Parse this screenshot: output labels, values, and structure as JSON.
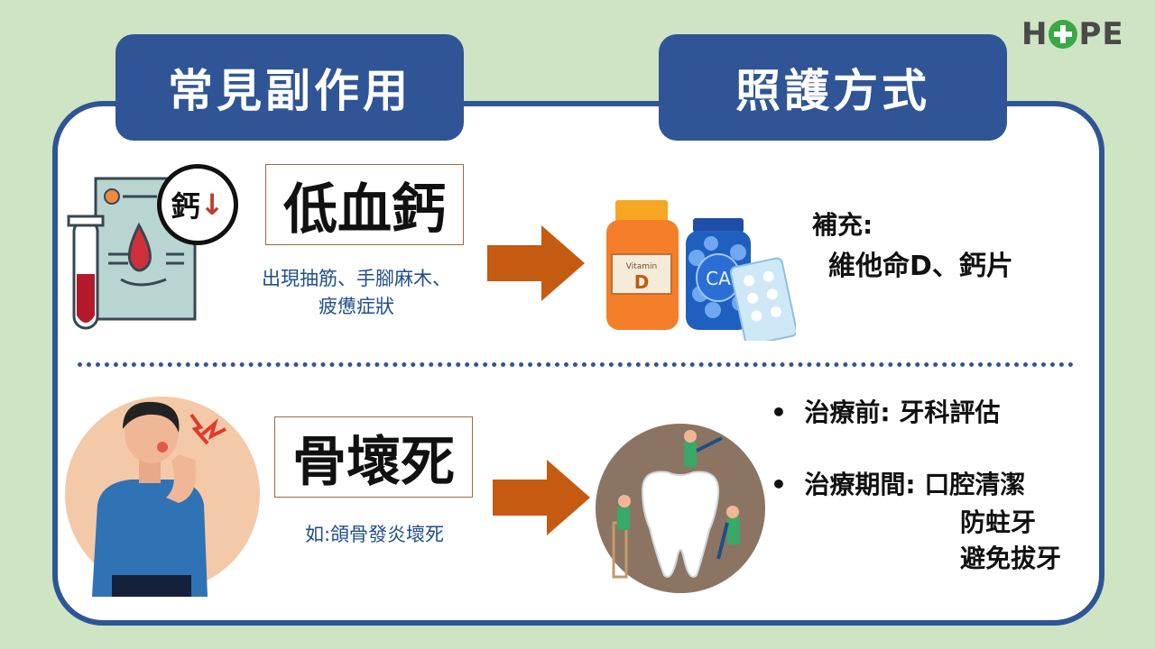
{
  "brand": {
    "logo_text_left": "H",
    "logo_text_right": "PE"
  },
  "headers": {
    "left": "常見副作用",
    "right": "照護方式"
  },
  "row1": {
    "badge": "鈣",
    "title": "低血鈣",
    "description_line1": "出現抽筋、手腳麻木、",
    "description_line2": "疲憊症狀",
    "bottle_label": "Vitamin",
    "bottle_letter": "D",
    "jar_label": "CA",
    "care_title": "補充:",
    "care_detail": "維他命D、鈣片"
  },
  "row2": {
    "title": "骨壞死",
    "description": "如:頜骨發炎壞死",
    "bullet1": "治療前: 牙科評估",
    "bullet2": "治療期間: 口腔清潔",
    "bullet2_line2": "防蛀牙",
    "bullet2_line3": "避免拔牙"
  },
  "colors": {
    "navy": "#2f5597",
    "arrow": "#c55a11",
    "background": "#cfe4c3"
  }
}
